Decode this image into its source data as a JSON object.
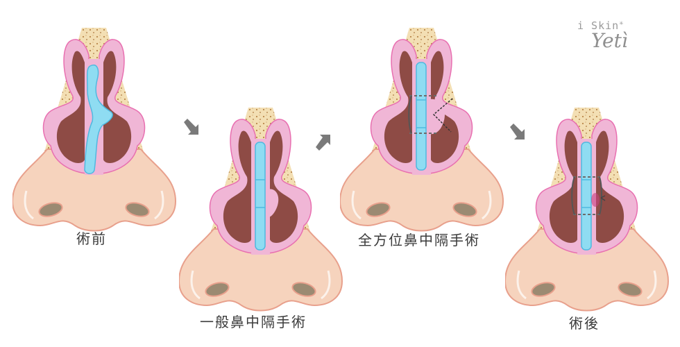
{
  "logo": {
    "line1": "i Skin",
    "star": "✳",
    "line2": "Yetì"
  },
  "stages": [
    {
      "id": "before",
      "caption": "術前"
    },
    {
      "id": "general",
      "caption": "一般鼻中隔手術"
    },
    {
      "id": "comprehensive",
      "caption": "全方位鼻中隔手術"
    },
    {
      "id": "after",
      "caption": "術後"
    }
  ],
  "arrows": [
    {
      "direction": "down-right"
    },
    {
      "direction": "up-right"
    },
    {
      "direction": "down-right"
    }
  ],
  "colors": {
    "skin": "#f6d3bd",
    "skin_outline": "#e8a08c",
    "bone": "#f3dfb4",
    "mucosa": "#f0b6d6",
    "mucosa_outline": "#e86fb0",
    "cavity": "#8e4b45",
    "septum": "#8fdcf2",
    "septum_outline": "#4fb9e0",
    "nostril": "#9b8a72",
    "arrow": "#7a7a7a",
    "caption": "#3a3a3a"
  }
}
